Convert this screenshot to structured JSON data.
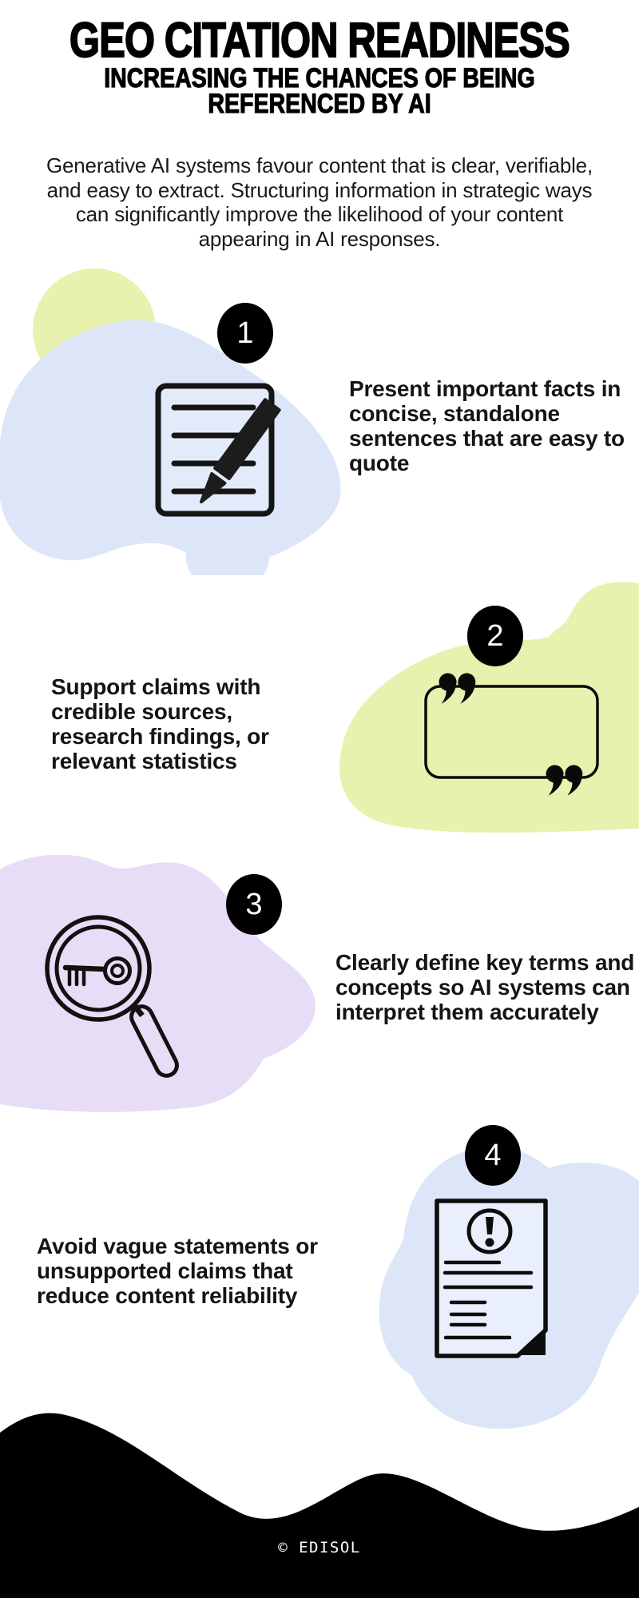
{
  "header": {
    "title": "GEO CITATION READINESS",
    "subtitle_line1": "INCREASING THE CHANCES OF BEING",
    "subtitle_line2": "REFERENCED BY AI"
  },
  "intro": {
    "text": "Generative AI systems favour content that is clear, verifiable, and easy to extract. Structuring information in strategic ways can significantly improve the likelihood of your content appearing in AI responses."
  },
  "steps": [
    {
      "number": "1",
      "icon": "notepad-pen-icon",
      "text": "Present important facts in concise, standalone sentences that are easy to quote"
    },
    {
      "number": "2",
      "icon": "quote-frame-icon",
      "text": "Support claims with credible sources, research findings, or relevant statistics"
    },
    {
      "number": "3",
      "icon": "magnifier-key-icon",
      "text": "Clearly define key terms and concepts so AI systems can interpret them accurately"
    },
    {
      "number": "4",
      "icon": "document-alert-icon",
      "text": "Avoid vague statements or unsupported claims that reduce content reliability"
    }
  ],
  "footer": {
    "credit": "© EDISOL"
  },
  "colors": {
    "blue_blob": "#dce6f8",
    "green_blob": "#e8f1ad",
    "purple_blob": "#e7ddf6",
    "ink": "#0f0f0f",
    "page_fill": "#e9effc",
    "pad_fill": "#e3eafa",
    "wave": "#000000"
  }
}
